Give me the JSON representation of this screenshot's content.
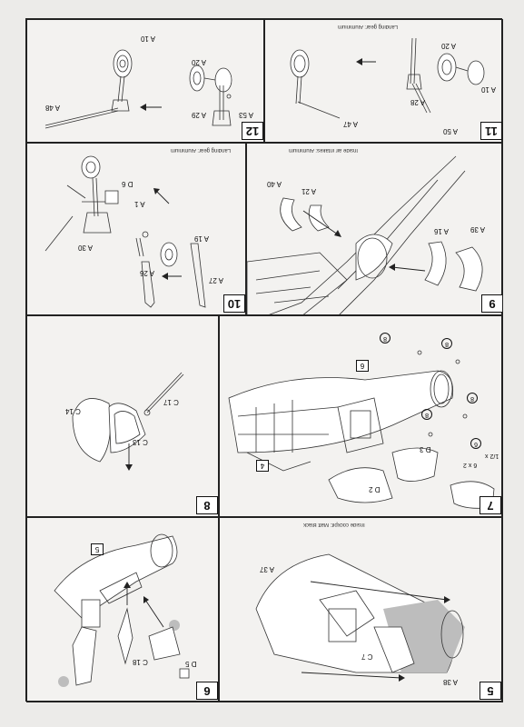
{
  "steps": {
    "s12": {
      "number": "12",
      "labels": {
        "a10": "A 10",
        "a20": "A 20",
        "a29": "A 29",
        "a53": "A 53",
        "a48": "A 48"
      }
    },
    "s11": {
      "number": "11",
      "note": "Landing gear: Aluminium",
      "labels": {
        "a20": "A 20",
        "a10": "A 10",
        "a28": "A 28",
        "a50": "A 50",
        "a47": "A 47"
      }
    },
    "s10": {
      "number": "10",
      "note": "Landing gear: Aluminium",
      "labels": {
        "d6": "D 6",
        "a1": "A 1",
        "a19": "A 19",
        "a30": "A 30",
        "a26": "A 26",
        "a27": "A 27"
      }
    },
    "s9": {
      "number": "9",
      "note": "Inside air intakes: Aluminium",
      "labels": {
        "a40": "A 40",
        "a21": "A 21",
        "a39": "A 39",
        "a16": "A 16"
      }
    },
    "s8": {
      "number": "8",
      "labels": {
        "c14": "C 14",
        "c17": "C 17",
        "c13": "C 13"
      }
    },
    "s7": {
      "number": "7",
      "labels": {
        "m8a": "8",
        "m8b": "8",
        "m8c": "8",
        "m8d": "8",
        "m6a": "6",
        "m6x2": "6 x 2",
        "d3": "D 3",
        "d2": "D 2",
        "box4": "4",
        "box6": "6",
        "frac": "1/2 x"
      }
    },
    "s6": {
      "number": "6",
      "labels": {
        "c18": "C 18",
        "d5": "D 5",
        "box5": "5"
      }
    },
    "s5": {
      "number": "5",
      "note": "Inside cockpit: Matt Black",
      "labels": {
        "a37": "A 37",
        "c7": "C 7",
        "a38": "A 38"
      }
    }
  }
}
